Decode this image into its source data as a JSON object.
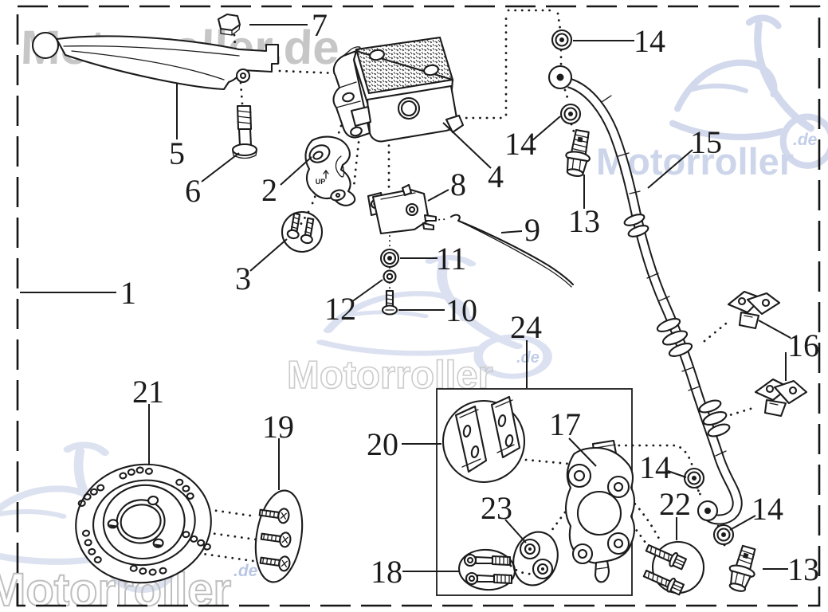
{
  "diagram": {
    "type": "exploded-parts-diagram",
    "subject": "scooter front disc brake assembly",
    "watermark": {
      "brand": "Motorroller",
      "brand_full": "Motorroller.de",
      "domain": ".de",
      "gray_color": "#c6c6c6",
      "blue_color": "#ccd5ea"
    },
    "clamp_marking": "UP",
    "callouts": {
      "1": "1",
      "2": "2",
      "3": "3",
      "4": "4",
      "5": "5",
      "6": "6",
      "7": "7",
      "8": "8",
      "9": "9",
      "10": "10",
      "11": "11",
      "12": "12",
      "13": "13",
      "14": "14",
      "15": "15",
      "16": "16",
      "17": "17",
      "18": "18",
      "19": "19",
      "20": "20",
      "21": "21",
      "22": "22",
      "23": "23",
      "24": "24"
    }
  }
}
